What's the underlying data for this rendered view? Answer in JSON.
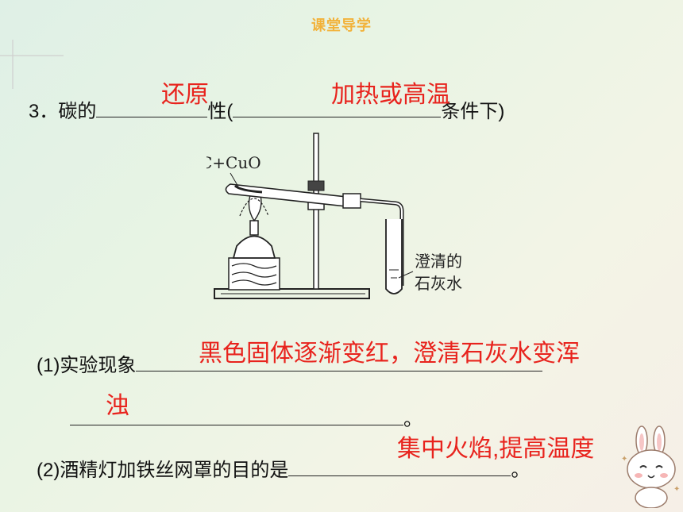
{
  "header": {
    "title": "课堂导学"
  },
  "question3": {
    "prefix": "3．碳的",
    "mid": "性(",
    "suffix": "条件下)",
    "answer1": "还原",
    "answer2": "加热或高温"
  },
  "figure": {
    "tube_label": "C+CuO",
    "beaker_label_line1": "澄清的",
    "beaker_label_line2": "石灰水"
  },
  "sub1": {
    "label": "(1)实验现象",
    "answer_line1": "黑色固体逐渐变红，澄清石灰水变浑",
    "answer_line2": "浊",
    "end_mark": "。"
  },
  "sub2": {
    "label": "(2)酒精灯加铁丝网罩的目的是",
    "answer": "集中火焰,提高温度",
    "end_mark": "。"
  },
  "colors": {
    "answer": "#e8231d",
    "header": "#f2b23a"
  }
}
